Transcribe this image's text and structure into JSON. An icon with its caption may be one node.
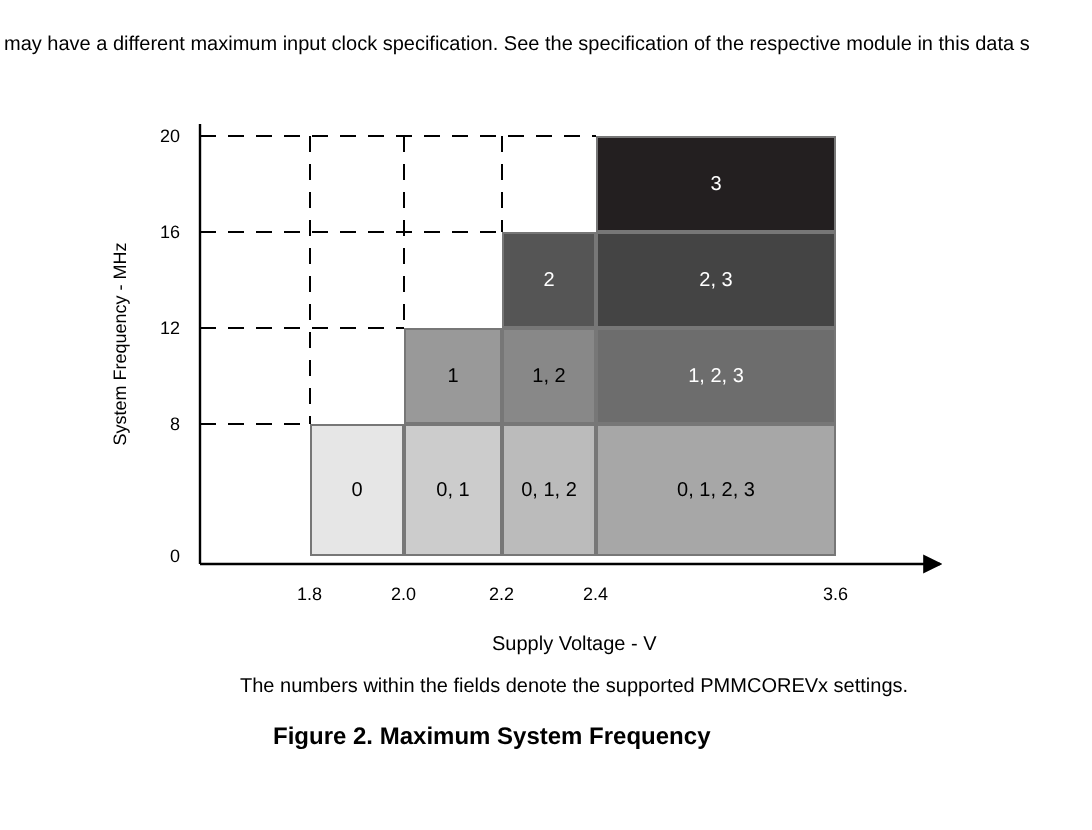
{
  "diagram": {
    "caption": "Figure 2.  Maximum System Frequency",
    "nodes": [
      {
        "text": [
          "3"
        ]
      },
      {
        "text": [
          "2"
        ]
      },
      {
        "text": [
          "2, 3"
        ]
      },
      {
        "text": [
          "1"
        ]
      },
      {
        "text": [
          "1, 2"
        ]
      },
      {
        "text": [
          "1, 2, 3"
        ]
      },
      {
        "text": [
          "0"
        ]
      },
      {
        "text": [
          "0, 1"
        ]
      },
      {
        "text": [
          "0, 1, 2"
        ]
      },
      {
        "text": [
          "0, 1, 2, 3"
        ]
      }
    ],
    "edges": [],
    "labels": [
      "may have a different maximum input clock specification. See the specification of the respective module in this data s",
      "20",
      "16",
      "12",
      "8",
      "0",
      "1.8",
      "2.0",
      "2.2",
      "2.4",
      "3.6",
      "System Frequency - MHz",
      "Supply Voltage - V",
      "The numbers within the fields denote the supported PMMCOREVx settings."
    ]
  }
}
